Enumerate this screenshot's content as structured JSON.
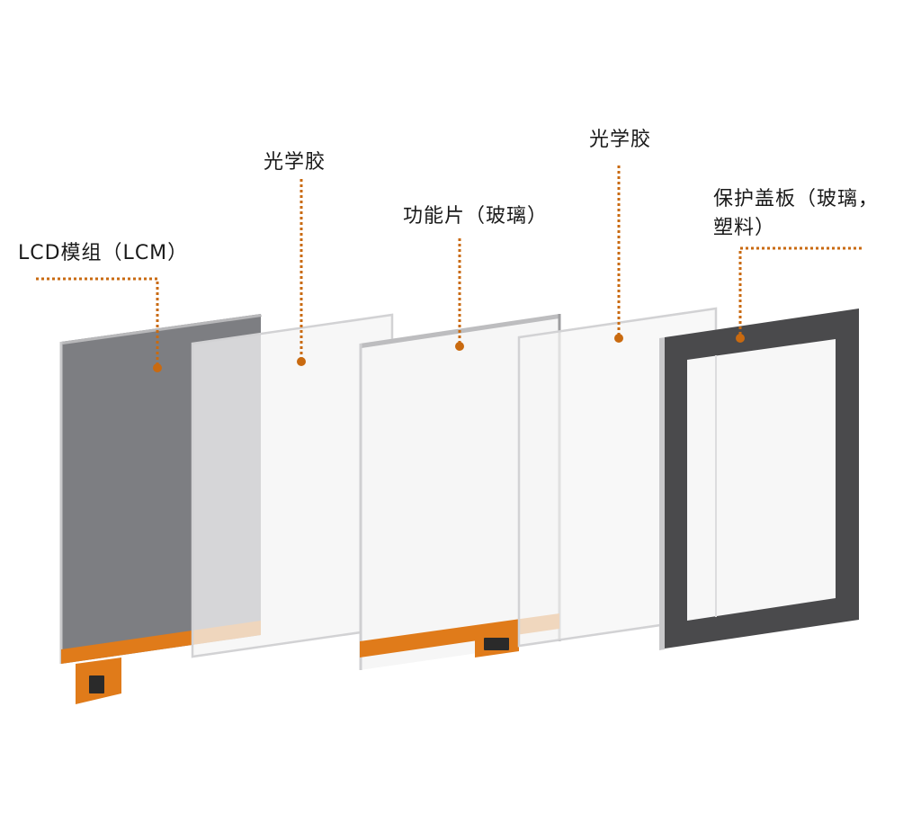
{
  "labels": {
    "lcm": "LCD模组（LCM）",
    "oca_1": "光学胶",
    "functional_sheet": "功能片（玻璃）",
    "oca_2": "光学胶",
    "cover_line1": "保护盖板（玻璃，",
    "cover_line2": "塑料）"
  },
  "colors": {
    "accent_orange": "#e07b1a",
    "leader_orange": "#c96a10",
    "lcm_gray": "#7d7e82",
    "frame_dark": "#4a4a4c",
    "glass_fill": "#f7f7f7",
    "glass_edge": "#d4d4d6",
    "chip_black": "#2a2a2a"
  }
}
